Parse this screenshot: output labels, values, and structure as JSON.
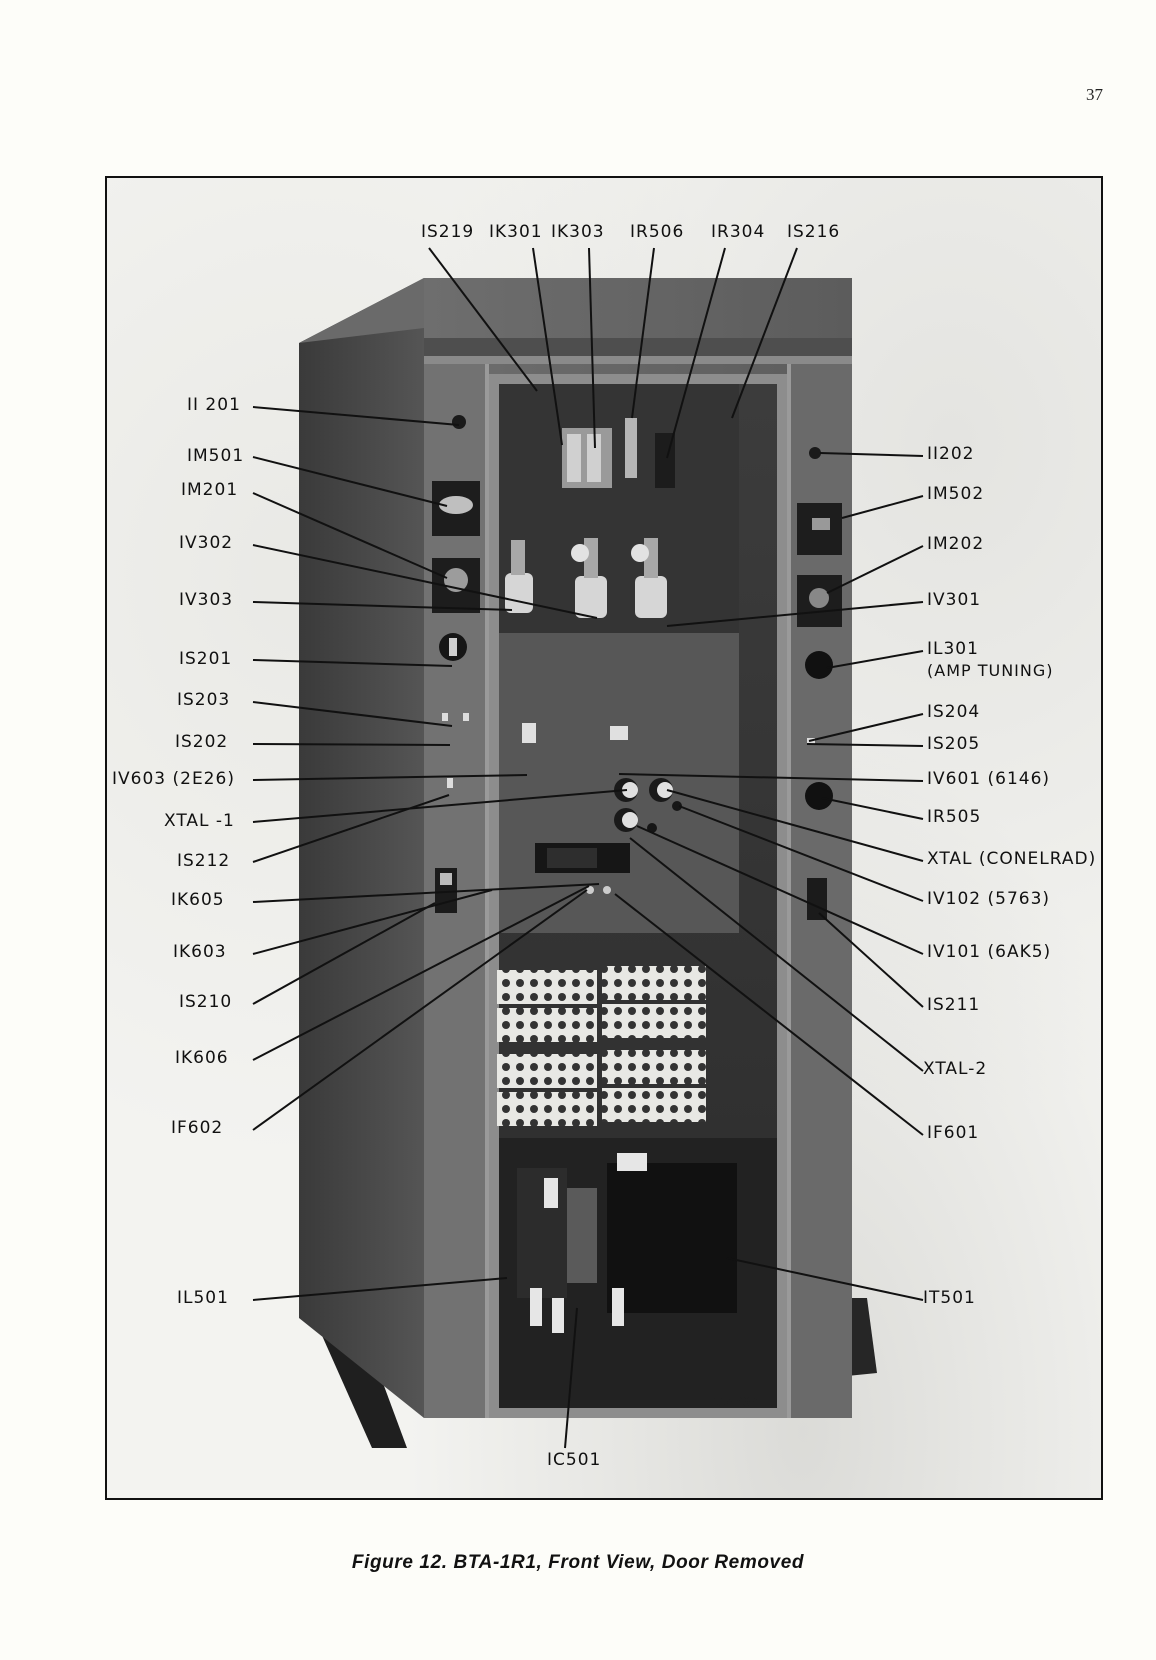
{
  "page": {
    "number": "37"
  },
  "figure": {
    "caption": "Figure 12. BTA-1R1, Front View, Door Removed",
    "photo_id": "115967",
    "subject": "transmitter-cabinet-front-view",
    "callouts_top": [
      {
        "id": "is219",
        "label": "IS219"
      },
      {
        "id": "ik301",
        "label": "IK301"
      },
      {
        "id": "ik303",
        "label": "IK303"
      },
      {
        "id": "ir506",
        "label": "IR506"
      },
      {
        "id": "ir304",
        "label": "IR304"
      },
      {
        "id": "is216",
        "label": "IS216"
      }
    ],
    "callouts_left": [
      {
        "id": "ii201",
        "label": "II 201"
      },
      {
        "id": "im501",
        "label": "IM501"
      },
      {
        "id": "im201",
        "label": "IM201"
      },
      {
        "id": "iv302",
        "label": "IV302"
      },
      {
        "id": "iv303",
        "label": "IV303"
      },
      {
        "id": "is201",
        "label": "IS201"
      },
      {
        "id": "is203",
        "label": "IS203"
      },
      {
        "id": "is202",
        "label": "IS202"
      },
      {
        "id": "iv603",
        "label": "IV603 (2E26)"
      },
      {
        "id": "xtal1",
        "label": "XTAL -1"
      },
      {
        "id": "is212",
        "label": "IS212"
      },
      {
        "id": "ik605",
        "label": "IK605"
      },
      {
        "id": "ik603",
        "label": "IK603"
      },
      {
        "id": "is210",
        "label": "IS210"
      },
      {
        "id": "ik606",
        "label": "IK606"
      },
      {
        "id": "if602",
        "label": "IF602"
      },
      {
        "id": "il501",
        "label": "IL501"
      }
    ],
    "callouts_right": [
      {
        "id": "ii202",
        "label": "II202"
      },
      {
        "id": "im502",
        "label": "IM502"
      },
      {
        "id": "im202",
        "label": "IM202"
      },
      {
        "id": "iv301",
        "label": "IV301"
      },
      {
        "id": "il301",
        "label": "IL301",
        "sublabel": "(AMP TUNING)"
      },
      {
        "id": "is204",
        "label": "IS204"
      },
      {
        "id": "is205",
        "label": "IS205"
      },
      {
        "id": "iv601",
        "label": "IV601 (6146)"
      },
      {
        "id": "ir505",
        "label": "IR505"
      },
      {
        "id": "xtal_conelrad",
        "label": "XTAL (CONELRAD)"
      },
      {
        "id": "iv102",
        "label": "IV102  (5763)"
      },
      {
        "id": "iv101",
        "label": "IV101 (6AK5)"
      },
      {
        "id": "is211",
        "label": "IS211"
      },
      {
        "id": "xtal2",
        "label": "XTAL-2"
      },
      {
        "id": "if601",
        "label": "IF601"
      },
      {
        "id": "it501",
        "label": "IT501"
      }
    ],
    "callouts_bottom": [
      {
        "id": "ic501",
        "label": "IC501"
      }
    ]
  }
}
